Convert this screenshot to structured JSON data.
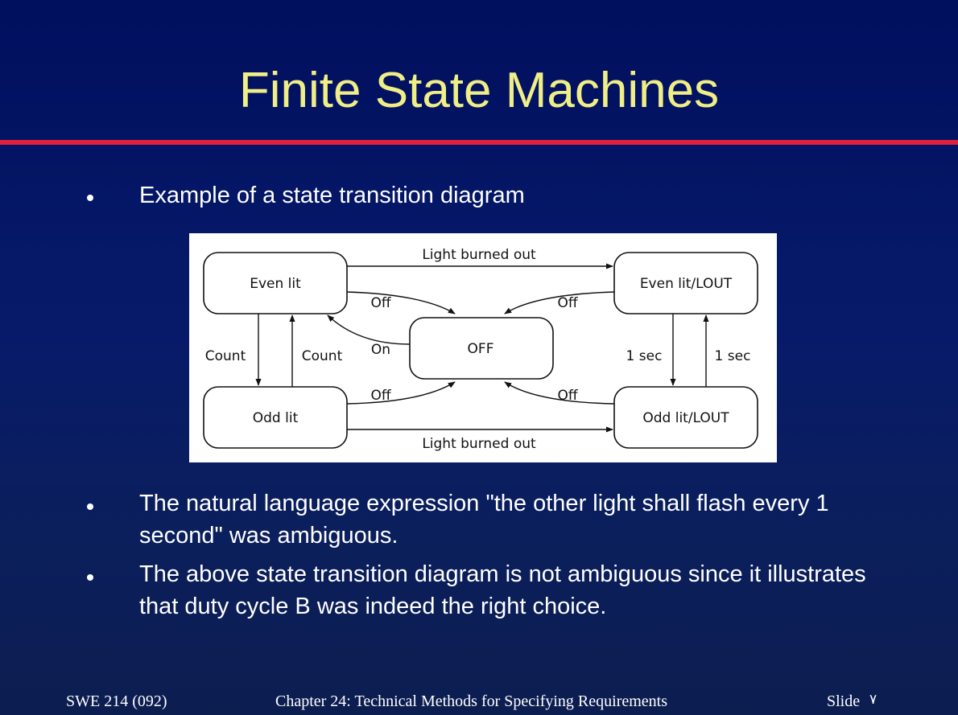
{
  "slide": {
    "title": "Finite State Machines",
    "bullets": [
      "Example of a state transition diagram",
      "The natural language expression \"the other light shall flash every 1 second\" was ambiguous.",
      "The above state transition diagram is not ambiguous since it illustrates that duty cycle B was indeed the right choice."
    ]
  },
  "diagram": {
    "states": {
      "even_lit": "Even lit",
      "even_lit_lout": "Even lit/LOUT",
      "off": "OFF",
      "odd_lit": "Odd lit",
      "odd_lit_lout": "Odd lit/LOUT"
    },
    "transitions": {
      "light_burned_out_top": "Light burned out",
      "light_burned_out_bottom": "Light burned out",
      "off_top_left": "Off",
      "off_top_right": "Off",
      "off_bottom_left": "Off",
      "off_bottom_right": "Off",
      "on": "On",
      "count_left": "Count",
      "count_right": "Count",
      "sec_left": "1 sec",
      "sec_right": "1 sec"
    }
  },
  "footer": {
    "course": "SWE 214 (092)",
    "chapter": "Chapter 24: Technical Methods for Specifying Requirements",
    "slide_label": "Slide",
    "slide_number": "٧"
  },
  "colors": {
    "background": "#071a6a",
    "title": "#f0ee86",
    "rule": "#e0203c",
    "text": "#ffffff"
  }
}
